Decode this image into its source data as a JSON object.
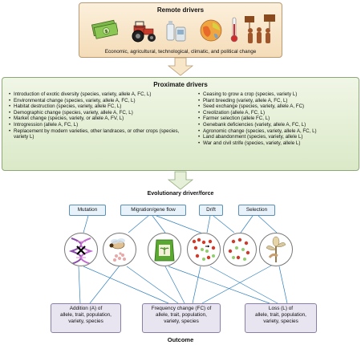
{
  "remote": {
    "title": "Remote drivers",
    "caption": "Economic, agricultural, technological, climatic, and political change",
    "icons": [
      "money-icon",
      "tractor-icon",
      "chemicals-icon",
      "globe-icon",
      "thermometer-icon",
      "protest-icon"
    ]
  },
  "proximate": {
    "title": "Proximate drivers",
    "left": [
      "Introduction of exotic diversity (species, variety, allele A, FC, L)",
      "Environmental change (species, variety, allele A, FC, L)",
      "Habitat destruction (species, variety, allele FC, L)",
      "Demographic change (species, variety, allele A, FC, L)",
      "Market change (species, variety, or allele A, FV, L)",
      "Introgression (allele A, FC, L)",
      "Replacement by modern varieties, other landraces, or other crops (species, variety L)"
    ],
    "right": [
      "Ceasing to grow a crop (species, variety L)",
      "Plant breeding (variety, allele A, FC, L)",
      "Seed exchange (species, variety, allele A, FC)",
      "Creolization (allele A, FC, L)",
      "Farmer selection (allele FC, L)",
      "Genebank deficiencies (variety, allele A, FC, L)",
      "Agronomic change (species, variety, allele A, FC, L)",
      "Land abandonment (species, variety, allele L)",
      "War and civil strife (species, variety, allele L)"
    ]
  },
  "evolution": {
    "title": "Evolutionary driver/force",
    "forces": [
      "Mutation",
      "Migration/gene flow",
      "Drift",
      "Selection"
    ],
    "icons": [
      "dna-mutation-icon",
      "pollinator-icon",
      "seed-bag-icon",
      "population-drift-icon",
      "plant-selection-icon"
    ]
  },
  "outcomes": [
    {
      "line1": "Addition (A) of",
      "line2": "allele, trait, population,",
      "line3": "variety, species"
    },
    {
      "line1": "Frequency change (FC) of",
      "line2": "allele, trait, population,",
      "line3": "variety, species"
    },
    {
      "line1": "Loss (L) of",
      "line2": "allele, trait, population,",
      "line3": "variety, species"
    }
  ],
  "outcome_title": "Outcome",
  "colors": {
    "remote_fill": "#f4dcb8",
    "proximate_fill": "#dbe9c8",
    "force_fill": "#e8f2fa",
    "outcome_fill": "#e8e4f0",
    "connector": "#2f7fbf"
  }
}
